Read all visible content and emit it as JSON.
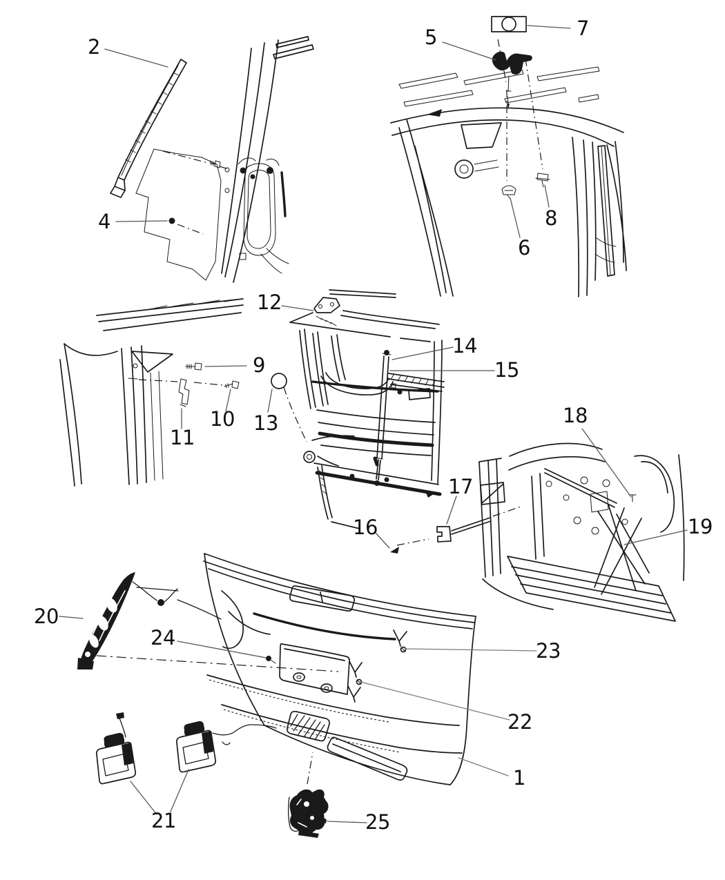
{
  "figure": {
    "background": "#ffffff",
    "line_color": "#1a1a1a",
    "leader_color": "#6e6e6e",
    "label_color": "#111111"
  },
  "callouts": {
    "c1": {
      "label": "1"
    },
    "c2": {
      "label": "2"
    },
    "c4": {
      "label": "4"
    },
    "c5": {
      "label": "5"
    },
    "c6": {
      "label": "6"
    },
    "c7": {
      "label": "7"
    },
    "c8": {
      "label": "8"
    },
    "c9": {
      "label": "9"
    },
    "c10": {
      "label": "10"
    },
    "c11": {
      "label": "11"
    },
    "c12": {
      "label": "12"
    },
    "c13": {
      "label": "13"
    },
    "c14": {
      "label": "14"
    },
    "c15": {
      "label": "15"
    },
    "c16": {
      "label": "16"
    },
    "c17": {
      "label": "17"
    },
    "c18": {
      "label": "18"
    },
    "c19": {
      "label": "19"
    },
    "c20": {
      "label": "20"
    },
    "c21": {
      "label": "21"
    },
    "c22": {
      "label": "22"
    },
    "c23": {
      "label": "23"
    },
    "c24": {
      "label": "24"
    },
    "c25": {
      "label": "25"
    }
  }
}
